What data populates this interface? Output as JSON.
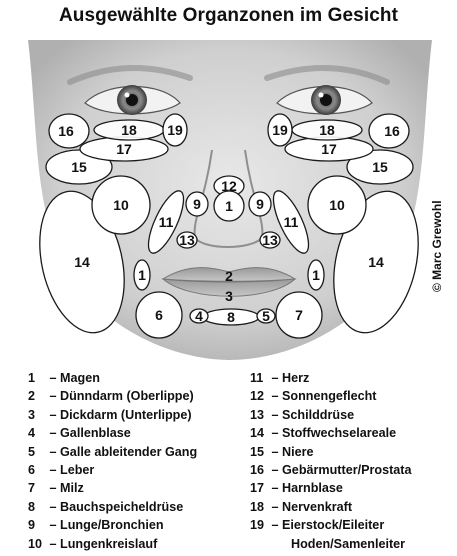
{
  "title": "Ausgewählte Organzonen im Gesicht",
  "credit": "© Marc Grewohl",
  "legend_left": [
    {
      "num": "1",
      "label": "Magen"
    },
    {
      "num": "2",
      "label": "Dünndarm (Oberlippe)"
    },
    {
      "num": "3",
      "label": "Dickdarm (Unterlippe)"
    },
    {
      "num": "4",
      "label": "Gallenblase"
    },
    {
      "num": "5",
      "label": "Galle ableitender Gang"
    },
    {
      "num": "6",
      "label": "Leber"
    },
    {
      "num": "7",
      "label": "Milz"
    },
    {
      "num": "8",
      "label": "Bauchspeicheldrüse"
    },
    {
      "num": "9",
      "label": "Lunge/Bronchien"
    },
    {
      "num": "10",
      "label": "Lungenkreislauf"
    }
  ],
  "legend_right": [
    {
      "num": "11",
      "label": "Herz"
    },
    {
      "num": "12",
      "label": "Sonnengeflecht"
    },
    {
      "num": "13",
      "label": "Schilddrüse"
    },
    {
      "num": "14",
      "label": "Stoffwechselareale"
    },
    {
      "num": "15",
      "label": "Niere"
    },
    {
      "num": "16",
      "label": "Gebärmutter/Prostata"
    },
    {
      "num": "17",
      "label": "Harnblase"
    },
    {
      "num": "18",
      "label": "Nervenkraft"
    },
    {
      "num": "19",
      "label": "Eierstock/Eileiter",
      "continuation": "Hoden/Samenleiter"
    }
  ],
  "zone_labels": {
    "z1": "1",
    "z2": "2",
    "z3": "3",
    "z4": "4",
    "z5": "5",
    "z6": "6",
    "z7": "7",
    "z8": "8",
    "z9": "9",
    "z10": "10",
    "z11": "11",
    "z12": "12",
    "z13": "13",
    "z14": "14",
    "z15": "15",
    "z16": "16",
    "z17": "17",
    "z18": "18",
    "z19": "19"
  }
}
